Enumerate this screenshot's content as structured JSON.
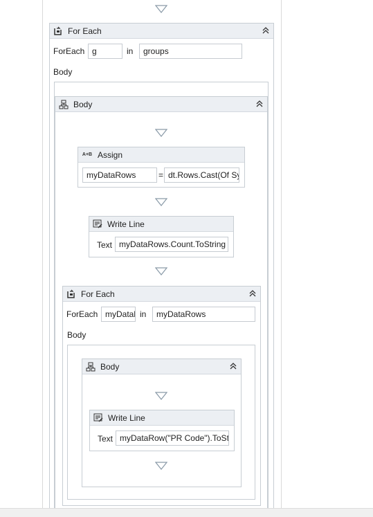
{
  "outer_foreach": {
    "title": "For Each",
    "foreach_label": "ForEach",
    "item_value": "g",
    "in_label": "in",
    "collection_value": "groups",
    "body_label": "Body"
  },
  "body_sequence": {
    "title": "Body"
  },
  "assign": {
    "title": "Assign",
    "icon_text": "A+B",
    "to_value": "myDataRows",
    "equals": "=",
    "value": "dt.Rows.Cast(Of Sy"
  },
  "write_line_1": {
    "title": "Write Line",
    "text_label": "Text",
    "text_value": "myDataRows.Count.ToString"
  },
  "inner_foreach": {
    "title": "For Each",
    "foreach_label": "ForEach",
    "item_value": "myDatal",
    "in_label": "in",
    "collection_value": "myDataRows",
    "body_label": "Body"
  },
  "inner_body_sequence": {
    "title": "Body"
  },
  "write_line_2": {
    "title": "Write Line",
    "text_label": "Text",
    "text_value": "myDataRow(\"PR Code\").ToSt"
  },
  "colors": {
    "header_bg": "#eceff3",
    "border": "#c7cdd3",
    "arrow": "#8a9aa8"
  }
}
